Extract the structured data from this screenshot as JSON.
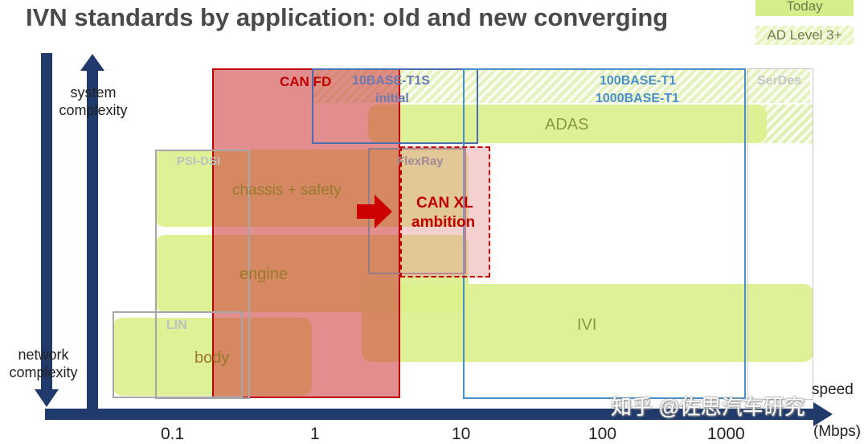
{
  "title": "IVN standards by application: old and new converging",
  "legend": {
    "today": "Today",
    "ad_level": "AD Level 3+"
  },
  "axes": {
    "y_up_label_1": "system",
    "y_up_label_2": "complexity",
    "y_down_label_1": "network",
    "y_down_label_2": "complexity",
    "x_label_1": "speed",
    "x_label_2": "(Mbps)",
    "x_ticks": [
      "0.1",
      "1",
      "10",
      "100",
      "1000"
    ]
  },
  "applications": {
    "adas": "ADAS",
    "chassis": "chassis + safety",
    "engine": "engine",
    "ivi": "IVI",
    "body": "body"
  },
  "standards": {
    "can_fd": "CAN FD",
    "t1s_1": "10BASE-T1S",
    "t1s_2": "initial",
    "t1_1": "100BASE-T1",
    "t1_2": "1000BASE-T1",
    "serdes": "SerDes",
    "psi": "PSI-DSI",
    "flexray": "FlexRay",
    "canxl_1": "CAN XL",
    "canxl_2": "ambition",
    "lin": "LIN"
  },
  "colors": {
    "band_green": "#dcf08d",
    "can_fd_red": "#c00000",
    "ethernet_blue": "#4a8fc8",
    "gray_outline": "#a6a6a6",
    "axis_navy": "#1f3a6b",
    "app_text_olive": "#8a9a3a"
  },
  "watermark": "知乎 @佐思汽车研究"
}
